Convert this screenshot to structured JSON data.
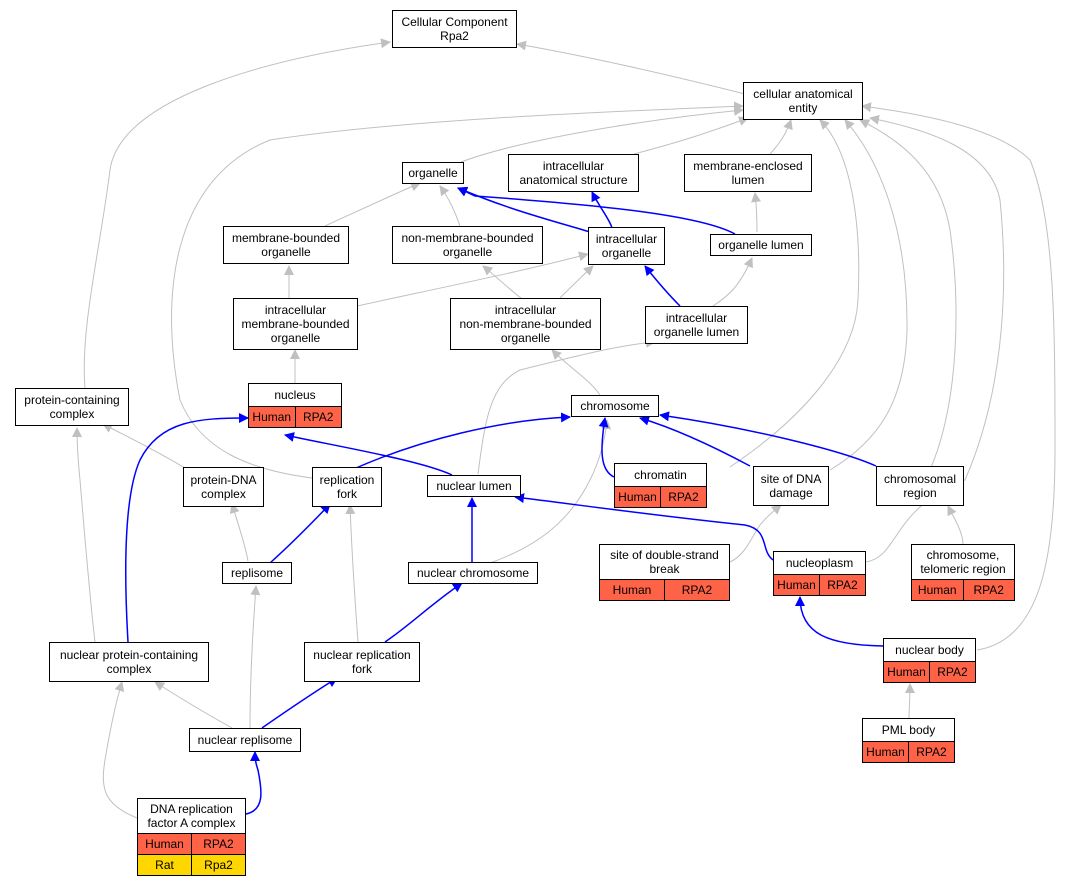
{
  "colors": {
    "edge_gray": "#c0c0c0",
    "edge_blue": "#0000ff",
    "human": "#ff6347",
    "rat": "#ffd700"
  },
  "nodes": {
    "cc": {
      "label": "Cellular Component\nRpa2"
    },
    "cae": {
      "label": "cellular anatomical\nentity"
    },
    "organelle": {
      "label": "organelle"
    },
    "ias": {
      "label": "intracellular\nanatomical structure"
    },
    "mel": {
      "label": "membrane-enclosed\nlumen"
    },
    "mbo": {
      "label": "membrane-bounded\norganelle"
    },
    "nmbo": {
      "label": "non-membrane-bounded\norganelle"
    },
    "io": {
      "label": "intracellular\norganelle"
    },
    "ol": {
      "label": "organelle lumen"
    },
    "imbo": {
      "label": "intracellular\nmembrane-bounded\norganelle"
    },
    "inmbo": {
      "label": "intracellular\nnon-membrane-bounded\norganelle"
    },
    "iol": {
      "label": "intracellular\norganelle lumen"
    },
    "nucleus": {
      "label": "nucleus",
      "rows": [
        [
          "Human",
          "RPA2"
        ]
      ]
    },
    "pcc": {
      "label": "protein-containing\ncomplex"
    },
    "chromosome": {
      "label": "chromosome"
    },
    "chromatin": {
      "label": "chromatin",
      "rows": [
        [
          "Human",
          "RPA2"
        ]
      ]
    },
    "pdna": {
      "label": "protein-DNA\ncomplex"
    },
    "rfork": {
      "label": "replication\nfork"
    },
    "nlumen": {
      "label": "nuclear lumen"
    },
    "sdd": {
      "label": "site of DNA\ndamage"
    },
    "chreg": {
      "label": "chromosomal\nregion"
    },
    "replisome": {
      "label": "replisome"
    },
    "nchrom": {
      "label": "nuclear chromosome"
    },
    "sdsb": {
      "label": "site of double-strand\nbreak",
      "rows": [
        [
          "Human",
          "RPA2"
        ]
      ]
    },
    "nucleoplasm": {
      "label": "nucleoplasm",
      "rows": [
        [
          "Human",
          "RPA2"
        ]
      ]
    },
    "ctel": {
      "label": "chromosome,\ntelomeric region",
      "rows": [
        [
          "Human",
          "RPA2"
        ]
      ]
    },
    "npcc": {
      "label": "nuclear protein-containing\ncomplex"
    },
    "nrfork": {
      "label": "nuclear replication\nfork"
    },
    "nbody": {
      "label": "nuclear body",
      "rows": [
        [
          "Human",
          "RPA2"
        ]
      ]
    },
    "nrepl": {
      "label": "nuclear replisome"
    },
    "pml": {
      "label": "PML body",
      "rows": [
        [
          "Human",
          "RPA2"
        ]
      ]
    },
    "rpa": {
      "label": "DNA replication\nfactor A complex",
      "rows": [
        [
          "Human",
          "RPA2"
        ],
        [
          "Rat",
          "Rpa2"
        ]
      ]
    }
  }
}
